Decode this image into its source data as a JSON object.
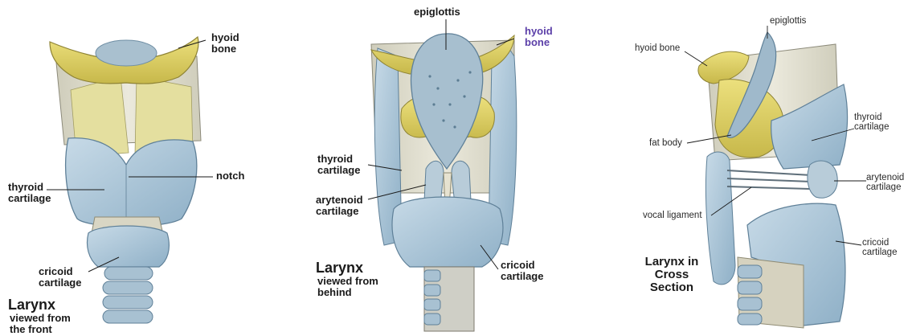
{
  "colors": {
    "cartilage_blue": "#a9c4d6",
    "cartilage_blue_dark": "#6f93ad",
    "hyoid_yellow": "#ded06a",
    "membrane": "#d8d6c7",
    "label_purple": "#5b3fa8",
    "text": "#1a1a1a"
  },
  "panel1": {
    "hyoid": [
      "hyoid",
      "bone"
    ],
    "notch": "notch",
    "thyroid": [
      "thyroid",
      "cartilage"
    ],
    "cricoid": [
      "cricoid",
      "cartilage"
    ],
    "title": "Larynx",
    "subtitle": [
      "viewed from",
      "the front"
    ]
  },
  "panel2": {
    "epiglottis": "epiglottis",
    "hyoid": [
      "hyoid",
      "bone"
    ],
    "thyroid": [
      "thyroid",
      "cartilage"
    ],
    "arytenoid": [
      "arytenoid",
      "cartilage"
    ],
    "cricoid": [
      "cricoid",
      "cartilage"
    ],
    "title": "Larynx",
    "subtitle": [
      "viewed from",
      "behind"
    ]
  },
  "panel3": {
    "epiglottis": "epiglottis",
    "hyoid": "hyoid bone",
    "thyroid": [
      "thyroid",
      "cartilage"
    ],
    "fat_body": "fat body",
    "arytenoid": [
      "arytenoid",
      "cartilage"
    ],
    "vocal_ligament": "vocal ligament",
    "cricoid": [
      "cricoid",
      "cartilage"
    ],
    "title": [
      "Larynx in",
      "Cross",
      "Section"
    ]
  }
}
